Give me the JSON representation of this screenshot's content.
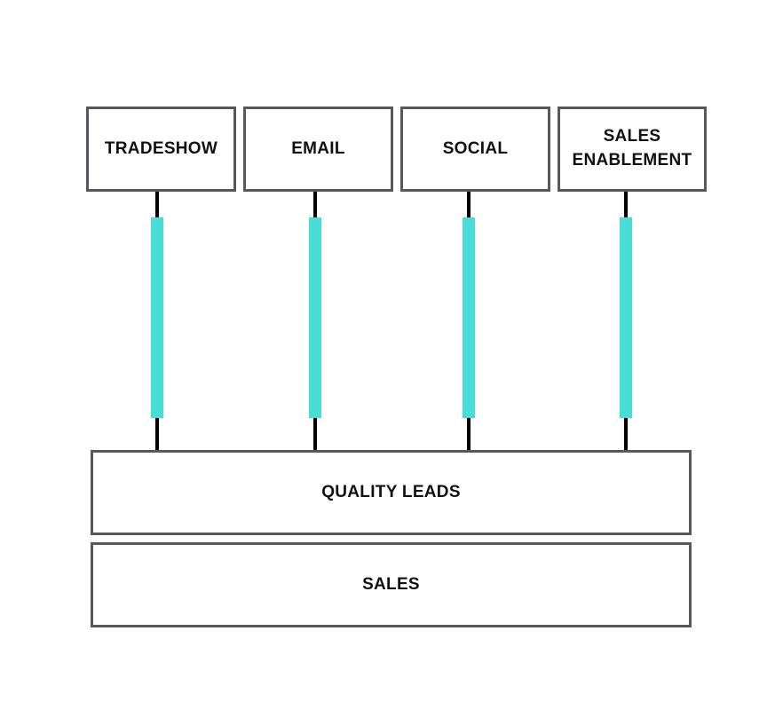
{
  "sources": [
    {
      "label": "TRADESHOW"
    },
    {
      "label": "EMAIL"
    },
    {
      "label": "SOCIAL"
    },
    {
      "label": "SALES\nENABLEMENT"
    }
  ],
  "quality_leads": {
    "label": "QUALITY LEADS"
  },
  "sales": {
    "label": "SALES"
  },
  "colors": {
    "accent": "#48ded7",
    "border": "#55595e",
    "line": "#000000"
  }
}
